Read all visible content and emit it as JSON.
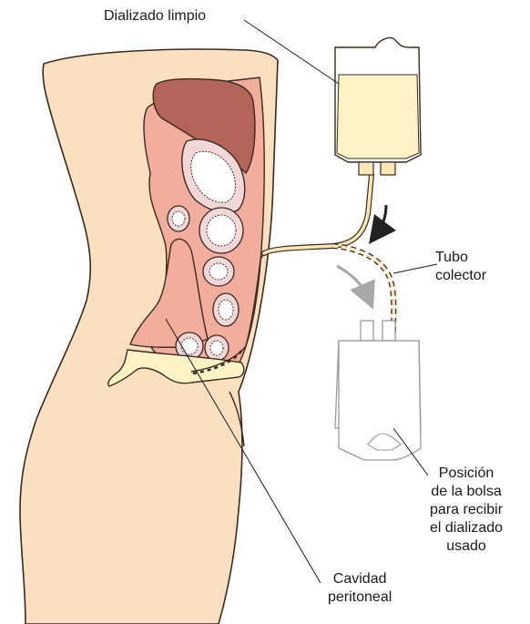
{
  "labels": {
    "clean_dialysate": "Dializado limpio",
    "drain_tube": [
      "Tubo",
      "colector"
    ],
    "bag_position": [
      "Posición",
      "de la bolsa",
      "para recibir",
      "el dializado",
      "usado"
    ],
    "peritoneal_cavity": [
      "Cavidad",
      "peritoneal"
    ]
  },
  "colors": {
    "skin": "#fbe0c0",
    "skin_outline": "#3a2a20",
    "liver": "#b4655a",
    "peritoneum": "#f2ad9c",
    "intestine": "#f2d7d9",
    "dialysate": "#fbf2c6",
    "tube": "#fbe6b4",
    "arrow": "#222222",
    "arrow_light": "#a8a8a8",
    "empty_bag": "#999999"
  }
}
